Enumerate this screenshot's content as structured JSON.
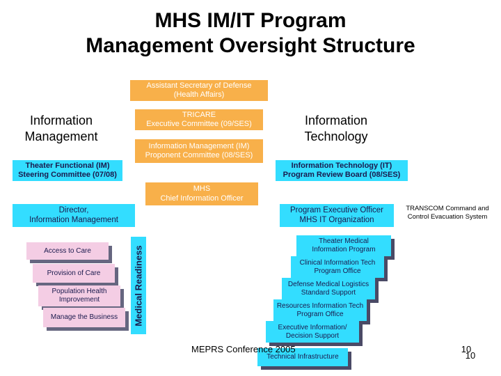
{
  "title": {
    "line1": "MHS IM/IT Program",
    "line2": "Management Oversight Structure"
  },
  "top_boxes": {
    "asd": {
      "line1": "Assistant Secretary of Defense",
      "line2": "(Health Affairs)"
    },
    "tricare": {
      "line1": "TRICARE",
      "line2": "Executive Committee (09/SES)"
    },
    "im_proponent": {
      "line1": "Information Management (IM)",
      "line2": "Proponent Committee (08/SES)"
    },
    "cio": {
      "line1": "MHS",
      "line2": "Chief Information Officer"
    }
  },
  "headings": {
    "info_management": {
      "line1": "Information",
      "line2": "Management"
    },
    "info_technology": {
      "line1": "Information",
      "line2": "Technology"
    }
  },
  "left": {
    "theater_functional": {
      "line1": "Theater Functional (IM)",
      "line2": "Steering Committee (07/08)"
    },
    "director": {
      "line1": "Director,",
      "line2": "Information Management"
    },
    "medical_readiness": "Medical Readiness",
    "stack": [
      {
        "line1": "Access to Care",
        "line2": ""
      },
      {
        "line1": "Provision of Care",
        "line2": ""
      },
      {
        "line1": "Population Health",
        "line2": "Improvement"
      },
      {
        "line1": "Manage the Business",
        "line2": ""
      }
    ]
  },
  "right": {
    "it_review": {
      "line1": "Information Technology (IT)",
      "line2": "Program Review Board (08/SES)"
    },
    "peo": {
      "line1": "Program Executive Officer",
      "line2": "MHS IT Organization"
    },
    "transcom": {
      "line1": "TRANSCOM Command and",
      "line2": "Control Evacuation System"
    },
    "stack": [
      {
        "line1": "Theater Medical",
        "line2": "Information Program"
      },
      {
        "line1": "Clinical Information Tech",
        "line2": "Program Office"
      },
      {
        "line1": "Defense Medical Logistics",
        "line2": "Standard Support"
      },
      {
        "line1": "Resources Information Tech",
        "line2": "Program Office"
      },
      {
        "line1": "Executive Information/",
        "line2": "Decision Support"
      },
      {
        "line1": "Technical Infrastructure",
        "line2": ""
      }
    ]
  },
  "footer": {
    "conference": "MEPRS Conference 2005",
    "page_a": "10",
    "page_b": "10"
  },
  "colors": {
    "orange": "#f8b04a",
    "cyan": "#33ddff",
    "pink": "#f4cde4"
  }
}
